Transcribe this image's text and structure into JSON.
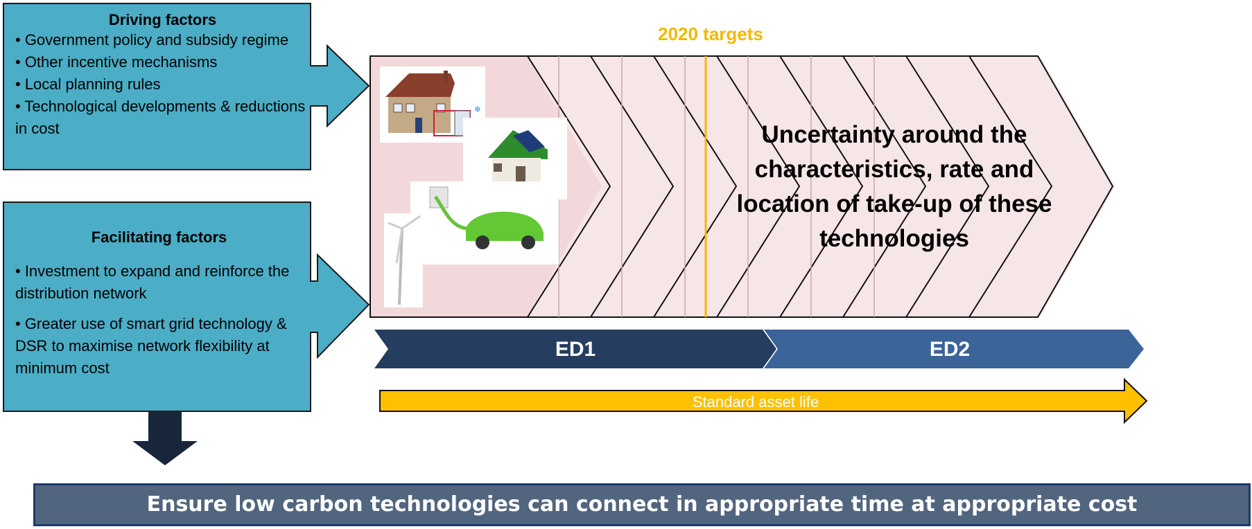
{
  "driving": {
    "title": "Driving factors",
    "items": [
      "• Government policy and subsidy regime",
      "• Other incentive mechanisms",
      "• Local planning rules",
      "• Technological developments  & reductions in cost"
    ]
  },
  "facilitating": {
    "title": "Facilitating factors",
    "items": [
      "• Investment to expand and reinforce the distribution network",
      "• Greater use of smart grid technology & DSR to maximise network flexibility at minimum cost"
    ]
  },
  "timeline": {
    "target_label": "2020 targets",
    "uncertainty_text": "Uncertainty around the characteristics, rate and location of take-up of these technologies",
    "ed1": "ED1",
    "ed2": "ED2",
    "asset_life": "Standard asset life"
  },
  "banner": {
    "text": "Ensure low carbon technologies can connect in appropriate time at appropriate cost"
  },
  "colors": {
    "factor_box": "#4badc6",
    "ed1": "#253d5f",
    "ed2": "#3b6498",
    "target_line": "#f5b800",
    "asset_arrow": "#ffc000",
    "banner": "#52657f"
  }
}
